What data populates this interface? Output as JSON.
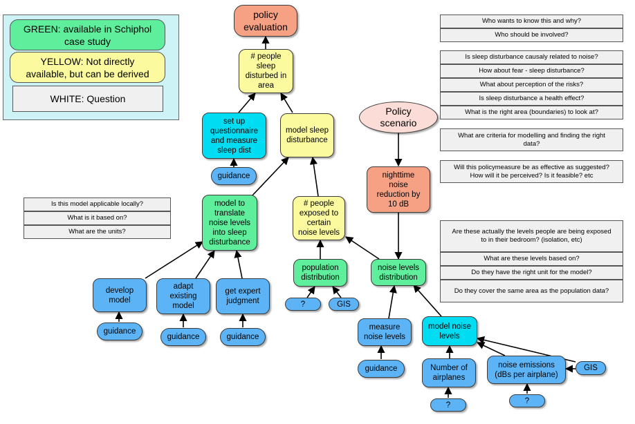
{
  "colors": {
    "green": "#5eee9c",
    "yellow": "#fbfa9e",
    "salmon": "#f6a183",
    "cyan": "#00dcf2",
    "blue": "#5cb4f6",
    "white": "#f0f0f0",
    "oval": "#fbdcd6",
    "legend_bg": "#cdf3f7"
  },
  "legend": {
    "green": "GREEN: available in Schiphol\ncase study",
    "yellow": "YELLOW: Not directly\navailable, but can be derived",
    "white": "WHITE: Question"
  },
  "nodes": {
    "policy_evaluation": "policy\nevaluation",
    "people_disturbed": "# people\nsleep\ndisturbed in\narea",
    "questionnaire": "set up\nquestionnaire\nand measure\nsleep dist",
    "guidance_questionnaire": "guidance",
    "model_sleep_disturbance": "model sleep\ndisturbance",
    "policy_scenario": "Policy\nscenario",
    "nighttime_reduction": "nighttime\nnoise\nreduction by\n10 dB",
    "model_translate": "model to\ntranslate\nnoise levels\ninto sleep\ndisturbance",
    "people_exposed": "# people\nexposed to\ncertain\nnoise levels",
    "population_distribution": "population\ndistribution",
    "pop_unknown": "?",
    "pop_gis": "GIS",
    "noise_levels_distribution": "noise levels\ndistribution",
    "develop_model": "develop\nmodel",
    "guidance_develop": "guidance",
    "adapt_model": "adapt\nexisting\nmodel",
    "guidance_adapt": "guidance",
    "expert_judgment": "get expert\njudgment",
    "guidance_expert": "guidance",
    "measure_noise": "measure\nnoise levels",
    "guidance_measure": "guidance",
    "model_noise_levels": "model noise\nlevels",
    "number_airplanes": "Number of\nairplanes",
    "airplanes_unknown": "?",
    "noise_emissions": "noise emissions\n(dBs per airplane)",
    "emissions_unknown": "?",
    "emissions_gis": "GIS"
  },
  "questions": {
    "q_who_wants": "Who wants to know this and why?",
    "q_who_involved": "Who should be involved?",
    "q_causally": "Is sleep disturbance causaly related to noise?",
    "q_fear": "How about fear - sleep disturbance?",
    "q_perception": "What about perception of the risks?",
    "q_health": "Is sleep disturbance a health effect?",
    "q_area": "What is the right area (boundaries) to look at?",
    "q_criteria": "What are criteria for modelling and finding the right\ndata?",
    "q_effective": "Will this policymeasure be as effective as suggested?\nHow will it be perceived? Is it feasible? etc",
    "q_applicable": "Is this model applicable locally?",
    "q_based_model": "What is it based on?",
    "q_units": "What are the units?",
    "q_bedroom": "Are these actually the levels people are being exposed\nto in their bedroom? (isolation, etc)",
    "q_levels_based": "What are these levels based on?",
    "q_right_unit": "Do they have the right unit for the model?",
    "q_same_area": "Do they cover the same area as the population data?"
  }
}
